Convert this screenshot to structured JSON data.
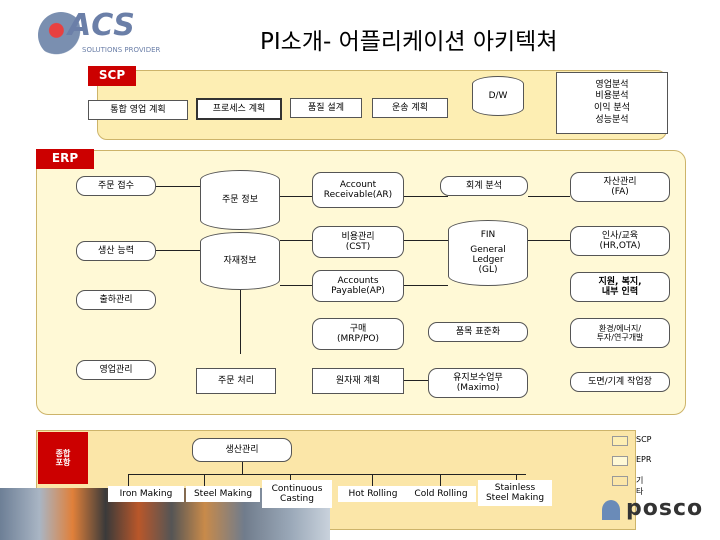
{
  "title": "PI소개- 어플리케이션 아키텍쳐",
  "logo": {
    "brand": "ACS",
    "tagline": "SOLUTIONS PROVIDER"
  },
  "scp": {
    "label": "SCP",
    "items": [
      "통합 영업 계획",
      "프로세스 계획",
      "품질 설계",
      "운송 계획"
    ],
    "dw": "D/W",
    "analysis": "영업분석\n비용분석\n이익 분석\n성능분석"
  },
  "erp": {
    "label": "ERP",
    "order_receipt": "주문 접수",
    "order_info": "주문 정보",
    "production_capacity": "생산 능력",
    "material_info": "자재정보",
    "shipping": "출하관리",
    "sales": "영업관리",
    "order_processing": "주문 처리",
    "ar": "Account\nReceivable(AR)",
    "cost_mgmt": "비용관리\n(CST)",
    "ap": "Accounts\nPayable(AP)",
    "purchasing": "구매\n(MRP/PO)",
    "raw_material_plan": "원자재 계획",
    "accounting_analysis": "회계 분석",
    "fin": "FIN",
    "gl": "General\nLedger\n(GL)",
    "item_standard": "품목 표준화",
    "maintenance": "유지보수업무\n(Maximo)",
    "fa": "자산관리\n(FA)",
    "hr": "인사/교육\n(HR,OTA)",
    "welfare": "지원, 복지,\n내부 인력",
    "env": "환경/에너지/\n투자/연구개발",
    "factory": "도면/기계 작업장"
  },
  "bottom": {
    "integrated": "종합\n포항",
    "production": "생산관리",
    "processes": [
      "Iron Making",
      "Steel Making",
      "Continuous\nCasting",
      "Hot Rolling",
      "Cold Rolling",
      "Stainless\nSteel Making"
    ]
  },
  "legend": {
    "items": [
      {
        "label": "SCP",
        "color": "#fdeeb3"
      },
      {
        "label": "EPR",
        "color": "#fff9d6"
      },
      {
        "label": "기타",
        "color": "#fbe6a8"
      }
    ]
  },
  "footer_brand": "posco",
  "colors": {
    "scp_band": "#fdeeb3",
    "erp_band": "#fff9d6",
    "bottom_band": "#fbe6a8",
    "band_label": "#cc0000"
  }
}
